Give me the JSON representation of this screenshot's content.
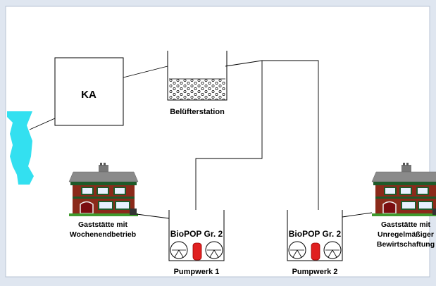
{
  "labels": {
    "ka": "KA",
    "aerator": "Belüfterstation",
    "inn_left_line1": "Gaststätte mit",
    "inn_left_line2": "Wochenendbetrieb",
    "inn_right_line1": "Gaststätte mit",
    "inn_right_line2": "Unregelmäßiger",
    "inn_right_line3": "Bewirtschaftung",
    "pump1_device": "BioPOP Gr. 2",
    "pump2_device": "BioPOP Gr. 2",
    "pump1_name": "Pumpwerk 1",
    "pump2_name": "Pumpwerk 2"
  },
  "colors": {
    "background": "#dfe6f0",
    "canvas": "#ffffff",
    "line": "#000000",
    "river": "#33e0f0",
    "pump_red": "#e02020",
    "house_wall": "#8b2a1a",
    "house_roof": "#8a8a8a",
    "house_trim": "#1f5a2a",
    "house_grass": "#3f9a2e"
  },
  "icons": {
    "house": "restaurant-house-icon",
    "pump": "pump-icon",
    "tank": "filter-tank-icon",
    "river": "river-icon"
  }
}
